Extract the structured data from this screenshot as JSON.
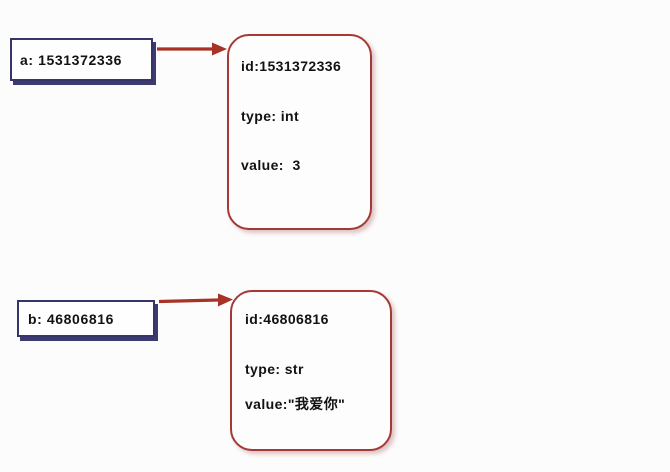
{
  "colors": {
    "background": "#fdfcfc",
    "variable_box_border": "#35356b",
    "variable_box_shadow": "#3b3b70",
    "object_box_border": "#a43a35",
    "arrow": "#a93226",
    "text": "#121212"
  },
  "diagram": {
    "variables": [
      {
        "label": "a: 1531372336",
        "object": {
          "id_line": "id:1531372336",
          "type_line": "type: int",
          "value_line": "value:  3"
        }
      },
      {
        "label": "b: 46806816",
        "object": {
          "id_line": "id:46806816",
          "type_line": "type: str",
          "value_line": "value:\"我爱你\""
        }
      }
    ]
  }
}
